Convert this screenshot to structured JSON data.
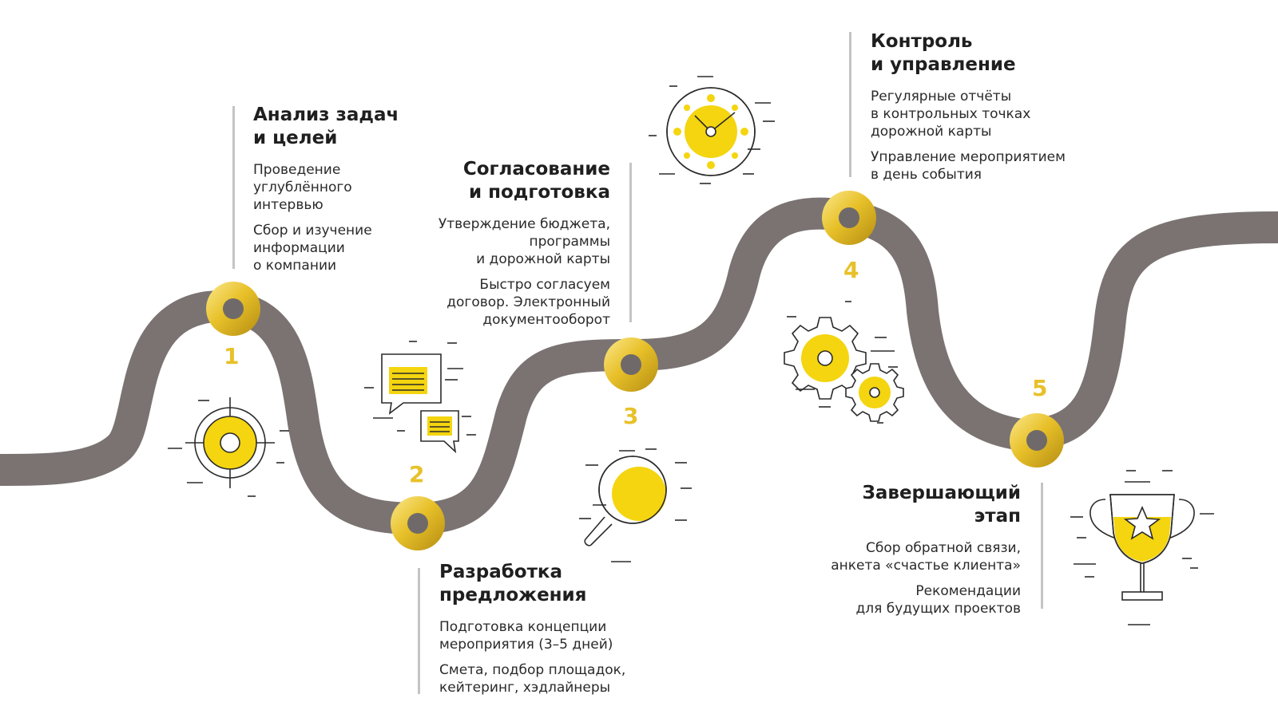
{
  "colors": {
    "road": "#7a7372",
    "accent": "#f4d50f",
    "gold_light": "#f9e27a",
    "gold_dark": "#c9a41b",
    "number": "#e8c12a",
    "outline": "#2b2b2b",
    "rule": "#c4c4c4"
  },
  "steps": [
    {
      "number": "1",
      "title": [
        "Анализ задач",
        "и целей"
      ],
      "paragraphs": [
        [
          "Проведение",
          "углублённого",
          "интервью"
        ],
        [
          "Сбор и изучение",
          "информации",
          "о компании"
        ]
      ],
      "icon": "target-icon"
    },
    {
      "number": "2",
      "title": [
        "Разработка",
        "предложения"
      ],
      "paragraphs": [
        [
          "Подготовка концепции",
          "мероприятия (3–5 дней)"
        ],
        [
          "Смета, подбор площадок,",
          "кейтеринг, хэдлайнеры"
        ]
      ],
      "icon": "chat-bubbles-icon"
    },
    {
      "number": "3",
      "title": [
        "Согласование",
        "и подготовка"
      ],
      "paragraphs": [
        [
          "Утверждение бюджета,",
          "программы",
          "и дорожной карты"
        ],
        [
          "Быстро согласуем",
          "договор. Электронный",
          "документооборот"
        ]
      ],
      "icon": "magnifier-icon"
    },
    {
      "number": "4",
      "title": [
        "Контроль",
        "и управление"
      ],
      "paragraphs": [
        [
          "Регулярные отчёты",
          "в контрольных точках",
          "дорожной карты"
        ],
        [
          "Управление мероприятием",
          "в день события"
        ]
      ],
      "icon": "gears-icon"
    },
    {
      "number": "5",
      "title": [
        "Завершающий",
        "этап"
      ],
      "paragraphs": [
        [
          "Сбор обратной связи,",
          "анкета «счастье клиента»"
        ],
        [
          "Рекомендации",
          "для будущих проектов"
        ]
      ],
      "icon": "trophy-icon"
    }
  ],
  "extra_icons": [
    "clock-icon"
  ]
}
